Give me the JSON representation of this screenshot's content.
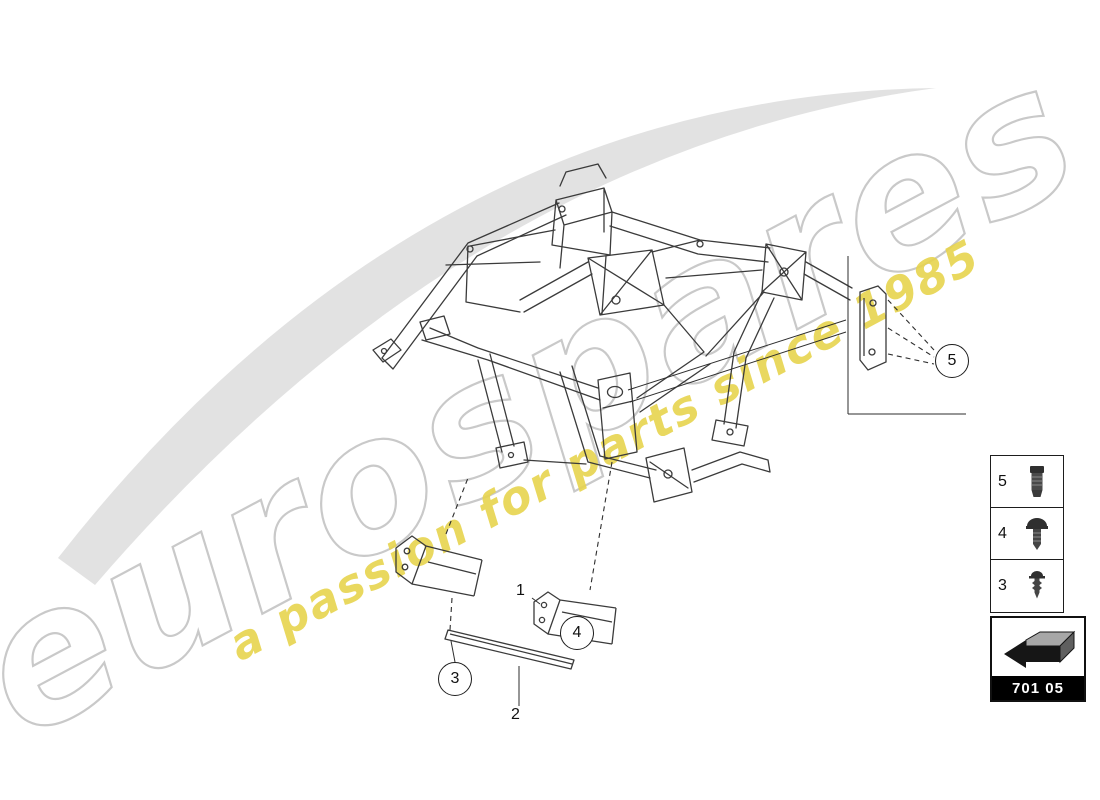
{
  "watermark": {
    "brand": "eurospares",
    "tagline": "a passion for parts since 1985"
  },
  "callouts": [
    {
      "label": "1"
    },
    {
      "label": "2"
    },
    {
      "label": "3"
    },
    {
      "label": "4"
    },
    {
      "label": "5"
    }
  ],
  "legend": {
    "items": [
      {
        "label": "5",
        "icon": "sleeve-bushing-icon"
      },
      {
        "label": "4",
        "icon": "button-screw-icon"
      },
      {
        "label": "3",
        "icon": "expansion-rivet-icon"
      }
    ]
  },
  "part_code": "701 05",
  "colors": {
    "watermark_gray": "#cbcbcb",
    "tagline_yellow": "#e7d44e",
    "line_dark": "#3b3b3b"
  }
}
